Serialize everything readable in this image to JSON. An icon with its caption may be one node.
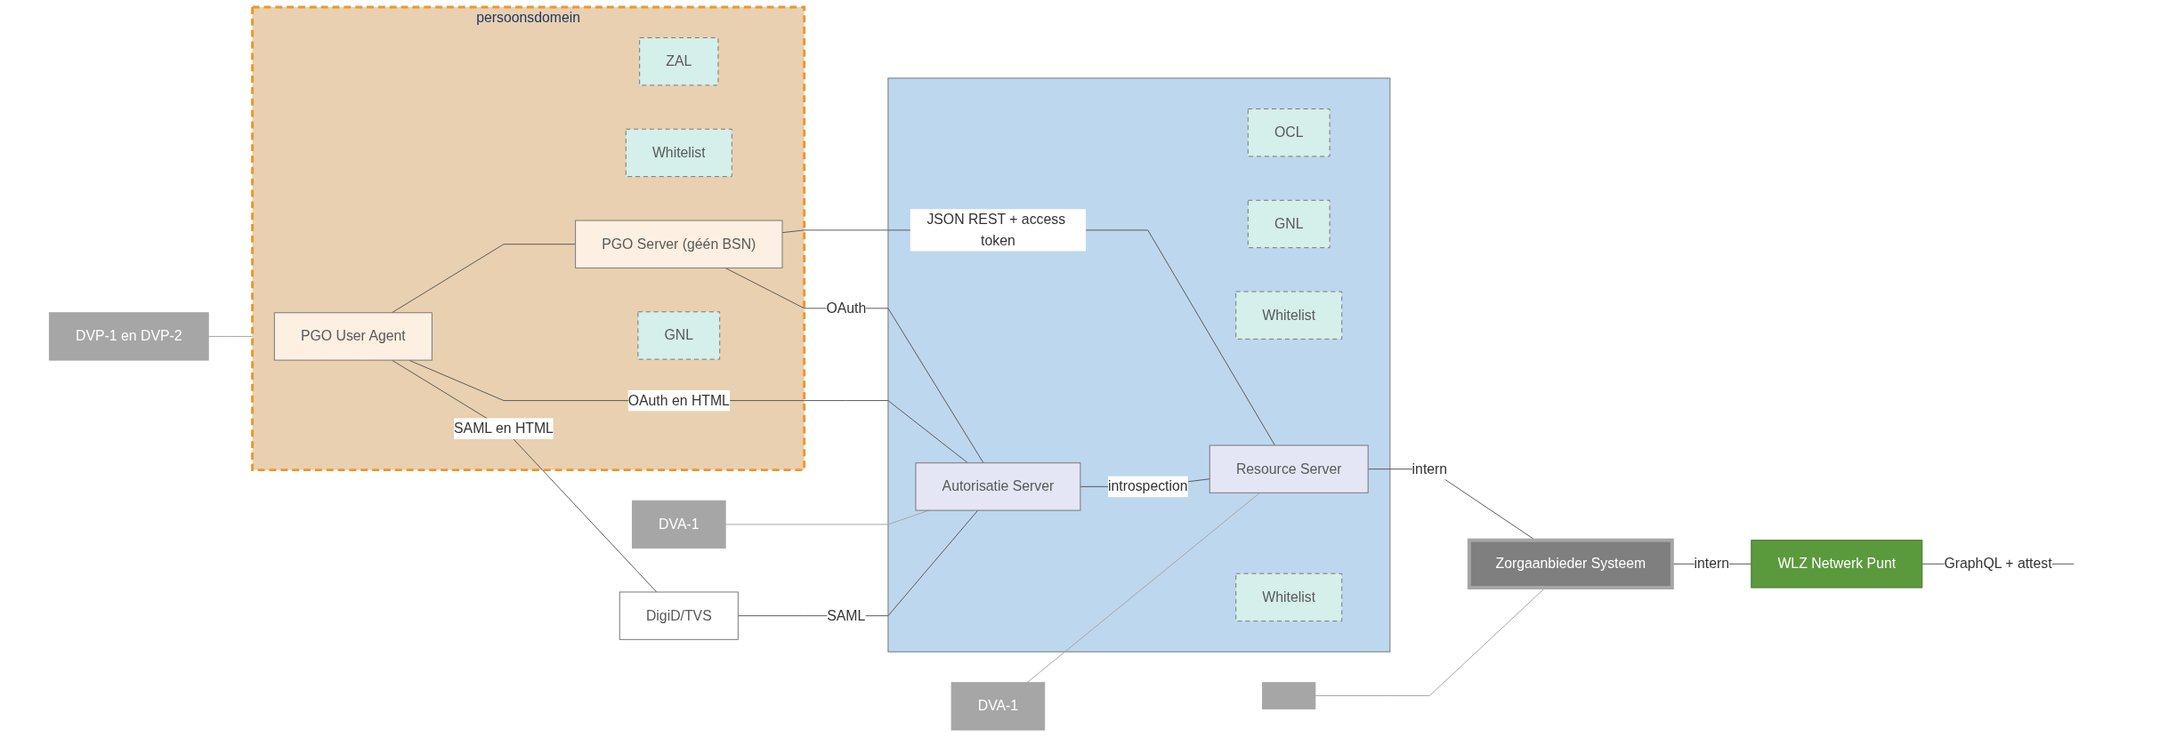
{
  "diagram": {
    "nodes": [
      {
        "text": [
          "persoonsdomein"
        ]
      },
      {
        "text": [
          "PGO User Agent"
        ],
        "in": 0
      },
      {
        "text": [
          "ZAL"
        ],
        "in": 0
      },
      {
        "text": [
          "Whitelist"
        ],
        "in": 0
      },
      {
        "text": [
          "PGO Server (géén BSN)"
        ],
        "in": 0
      },
      {
        "text": [
          "GNL"
        ],
        "in": 0
      },
      {
        "text": [
          "DigiD/TVS"
        ]
      },
      {
        "text": [],
        "shape": "box"
      },
      {
        "text": [
          "OCL"
        ],
        "in": 7
      },
      {
        "text": [
          "Autorisatie Server"
        ],
        "in": 7
      },
      {
        "text": [
          "GNL"
        ],
        "in": 7
      },
      {
        "text": [
          "Whitelist"
        ],
        "in": 7
      },
      {
        "text": [
          "Resource Server"
        ],
        "in": 7
      },
      {
        "text": [
          "Whitelist"
        ],
        "in": 7
      },
      {
        "text": [
          "DVA-1"
        ]
      },
      {
        "text": [],
        "shape": "box"
      },
      {
        "text": [
          "Zorgaanbieder Systeem"
        ]
      },
      {
        "text": [
          "DVA-1"
        ]
      },
      {
        "text": [
          "WLZ Netwerk Punt"
        ]
      },
      {
        "text": [
          "DVP-1 en DVP-2"
        ]
      }
    ],
    "edges": [
      {
        "from": 1,
        "to": 6,
        "arrow": "none",
        "label": "SAML en HTML"
      },
      {
        "from": 6,
        "to": 9,
        "arrow": "none",
        "label": "SAML"
      },
      {
        "from": 1,
        "to": 9,
        "arrow": "none",
        "label": "OAuth en HTML"
      },
      {
        "from": 4,
        "to": 9,
        "arrow": "none",
        "label": "OAuth"
      },
      {
        "from": 1,
        "to": 4,
        "arrow": "none"
      },
      {
        "from": 4,
        "to": 12,
        "arrow": "none",
        "label": "JSON REST + access token"
      },
      {
        "from": 9,
        "to": 12,
        "arrow": "none",
        "label": "introspection"
      },
      {
        "from": 12,
        "to": 16,
        "arrow": "none",
        "label": "intern"
      },
      {
        "from": 16,
        "to": 18,
        "arrow": "none",
        "label": "intern"
      },
      {
        "from": 18,
        "to": null,
        "arrow": "none",
        "label": "GraphQL + attest"
      },
      {
        "from": 14,
        "to": 9,
        "arrow": "none",
        "color": "#a6a6a6"
      },
      {
        "from": 15,
        "to": 16,
        "arrow": "none",
        "color": "#a6a6a6"
      },
      {
        "from": 17,
        "to": 12,
        "arrow": "none",
        "color": "#a6a6a6"
      },
      {
        "from": 19,
        "to": 0,
        "arrow": "none",
        "color": "#a6a6a6"
      }
    ]
  }
}
